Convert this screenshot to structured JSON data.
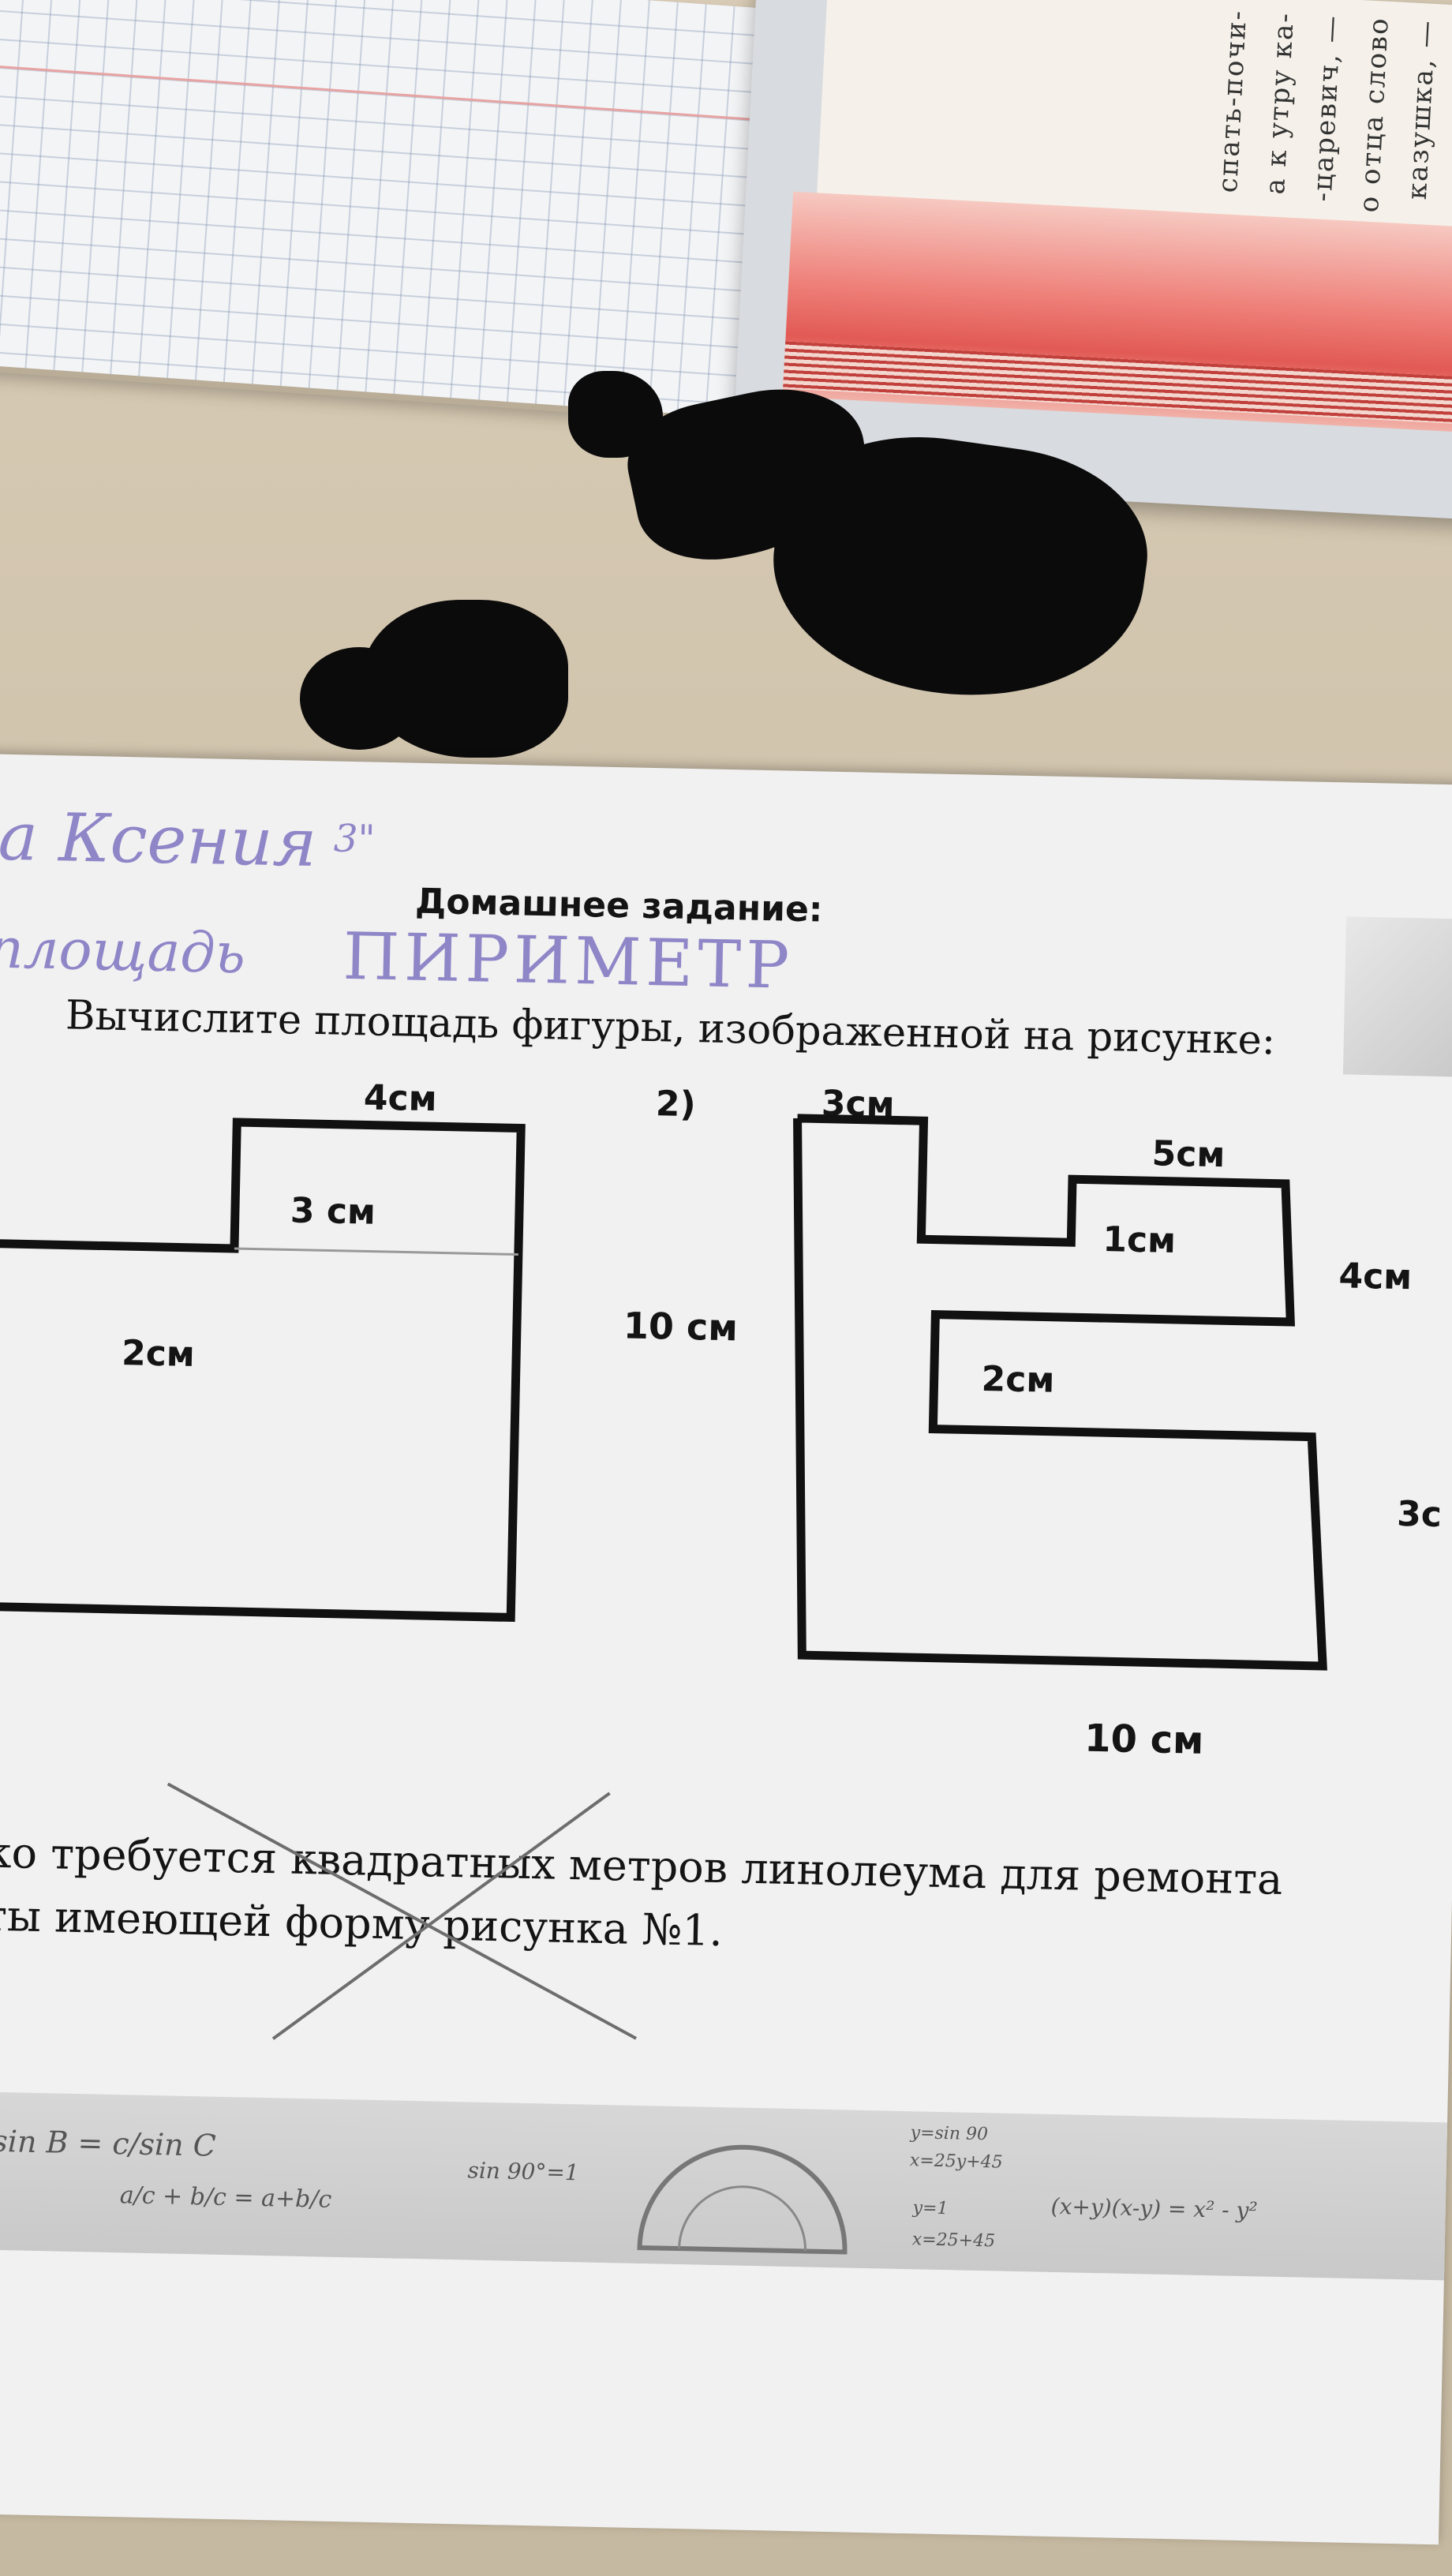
{
  "book": {
    "columns": [
      "казушка, —",
      "о отца слово",
      "-царевич, —",
      "а к утру ка-",
      "спать-почи-"
    ]
  },
  "sheet": {
    "handwriting": {
      "top_left": "a Ксения",
      "grade": "3\"",
      "area_word": "площадь",
      "perimeter_word": "ПИРИМЕТР"
    },
    "heading": "Домашнее задание:",
    "task": "Вычислите площадь фигуры, изображенной на рисунке:",
    "figure1": {
      "top_label": "4см",
      "inner_label": "3 см",
      "left_label": "2см"
    },
    "figure2": {
      "number": "2)",
      "left_side": "10 см",
      "top_label": "3см",
      "top_right": "5см",
      "notch_top": "1см",
      "right_label": "4см",
      "inner_label": "2см",
      "bottom_right": "3с",
      "bottom_label": "10 см"
    },
    "question": {
      "line1": "ко требуется квадратных метров линолеума для ремонта",
      "line2": "ты имеющей форму рисунка №1."
    },
    "strip_formulas": [
      "b/sin B = c/sin C",
      "a/c + b/c = a+b/c",
      "sin 90°=1",
      "y=sin 90",
      "x=25y+45",
      "y=1",
      "x=25+45",
      "(x+y)(x-y) = x² - y²"
    ]
  }
}
